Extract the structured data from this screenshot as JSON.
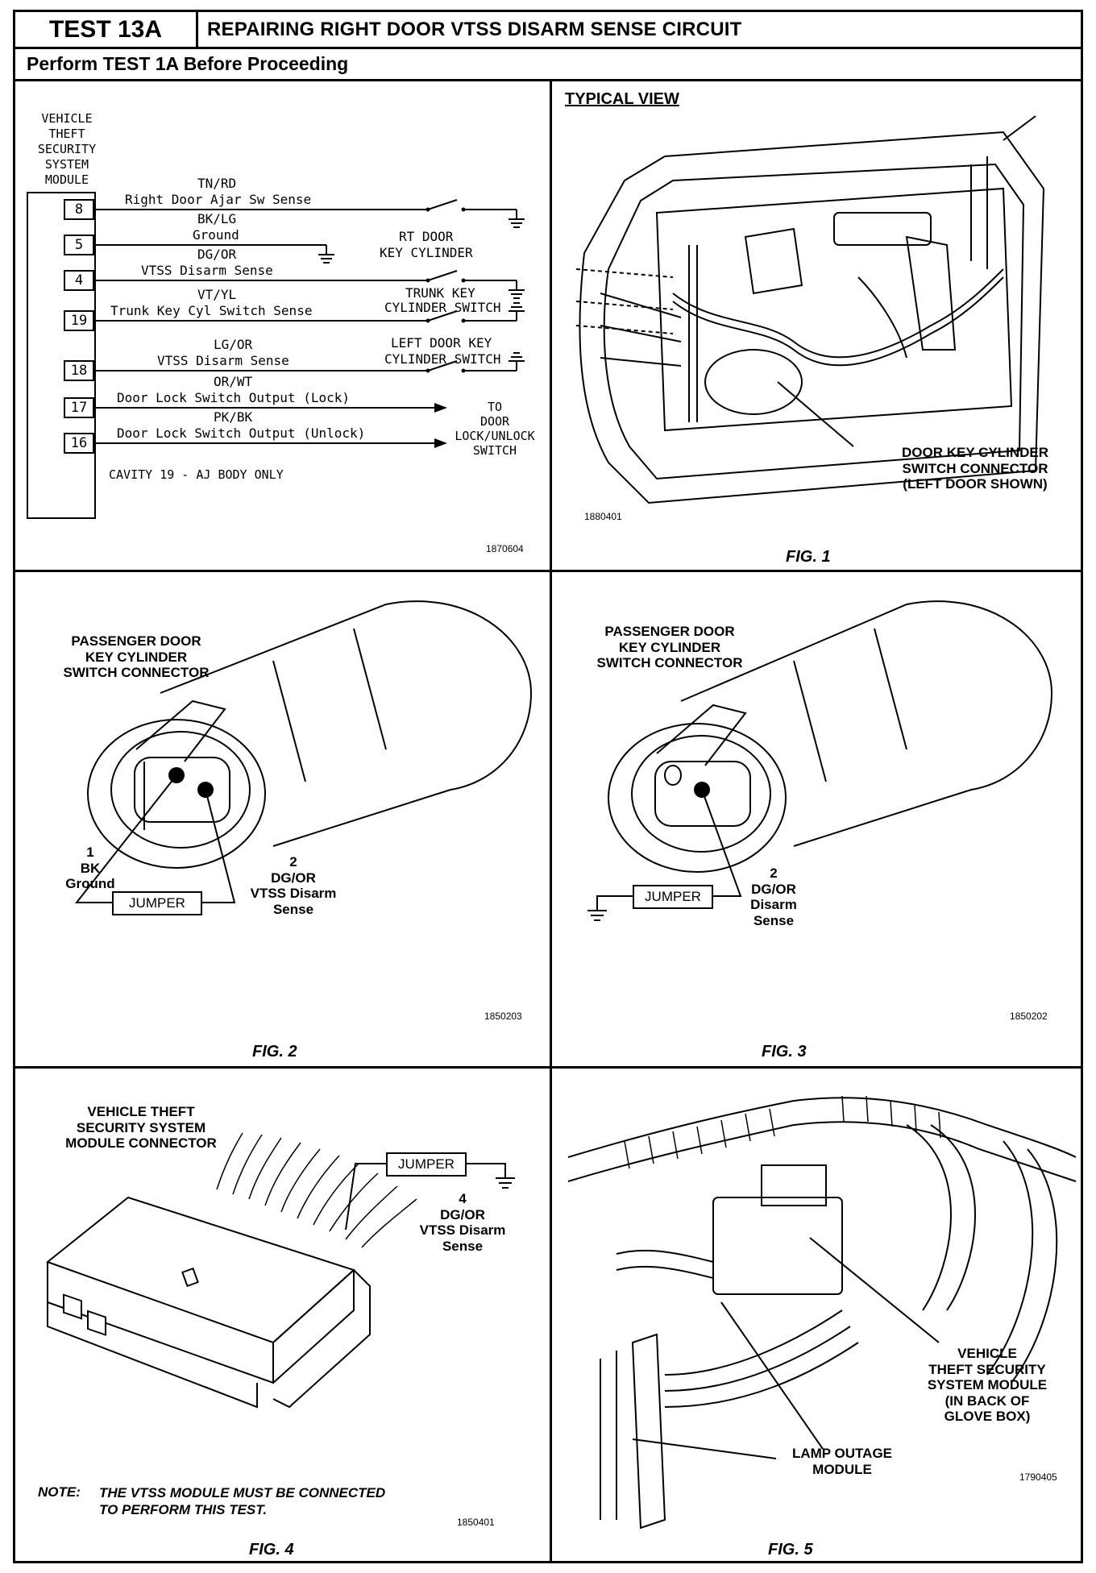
{
  "header": {
    "test_id": "TEST 13A",
    "title": "REPAIRING RIGHT DOOR VTSS DISARM SENSE CIRCUIT",
    "subtitle": "Perform TEST 1A Before Proceeding"
  },
  "schematic": {
    "module_label": [
      "VEHICLE",
      "THEFT",
      "SECURITY",
      "SYSTEM",
      "MODULE"
    ],
    "pins": [
      {
        "pin": "8",
        "color": "TN/RD",
        "desc": "Right Door Ajar Sw Sense"
      },
      {
        "pin": "5",
        "color": "BK/LG",
        "desc": "Ground"
      },
      {
        "pin": "4",
        "color": "DG/OR",
        "desc": "VTSS Disarm Sense"
      },
      {
        "pin": "19",
        "color": "VT/YL",
        "desc": "Trunk Key Cyl Switch Sense"
      },
      {
        "pin": "18",
        "color": "LG/OR",
        "desc": "VTSS Disarm Sense"
      },
      {
        "pin": "17",
        "color": "OR/WT",
        "desc": "Door Lock Switch Output (Lock)"
      },
      {
        "pin": "16",
        "color": "PK/BK",
        "desc": "Door Lock Switch Output (Unlock)"
      }
    ],
    "rt_door": [
      "RT DOOR",
      "KEY CYLINDER"
    ],
    "trunk": [
      "TRUNK KEY",
      "CYLINDER SWITCH"
    ],
    "left_door": [
      "LEFT DOOR KEY",
      "CYLINDER SWITCH"
    ],
    "to_door": [
      "TO",
      "DOOR",
      "LOCK/UNLOCK",
      "SWITCH"
    ],
    "cavity_note": "CAVITY 19 - AJ BODY ONLY",
    "ref": "1870604"
  },
  "fig1": {
    "typical": "TYPICAL VIEW",
    "callout": [
      "DOOR KEY CYLINDER",
      "SWITCH CONNECTOR",
      "(LEFT DOOR SHOWN)"
    ],
    "ref": "1880401",
    "caption": "FIG. 1"
  },
  "fig2": {
    "title": [
      "PASSENGER DOOR",
      "KEY CYLINDER",
      "SWITCH CONNECTOR"
    ],
    "pin1": [
      "1",
      "BK",
      "Ground"
    ],
    "pin2": [
      "2",
      "DG/OR",
      "VTSS Disarm",
      "Sense"
    ],
    "jumper": "JUMPER",
    "ref": "1850203",
    "caption": "FIG. 2"
  },
  "fig3": {
    "title": [
      "PASSENGER DOOR",
      "KEY CYLINDER",
      "SWITCH CONNECTOR"
    ],
    "pin2": [
      "2",
      "DG/OR",
      "Disarm",
      "Sense"
    ],
    "jumper": "JUMPER",
    "ref": "1850202",
    "caption": "FIG. 3"
  },
  "fig4": {
    "title": [
      "VEHICLE THEFT",
      "SECURITY SYSTEM",
      "MODULE CONNECTOR"
    ],
    "pin4": [
      "4",
      "DG/OR",
      "VTSS Disarm",
      "Sense"
    ],
    "jumper": "JUMPER",
    "note_label": "NOTE:",
    "note": [
      "THE VTSS MODULE MUST BE CONNECTED",
      "TO PERFORM THIS TEST."
    ],
    "ref": "1850401",
    "caption": "FIG. 4"
  },
  "fig5": {
    "vtss": [
      "VEHICLE",
      "THEFT SECURITY",
      "SYSTEM MODULE",
      "(IN BACK OF",
      "GLOVE BOX)"
    ],
    "lamp": [
      "LAMP OUTAGE",
      "MODULE"
    ],
    "ref": "1790405",
    "caption": "FIG. 5"
  }
}
